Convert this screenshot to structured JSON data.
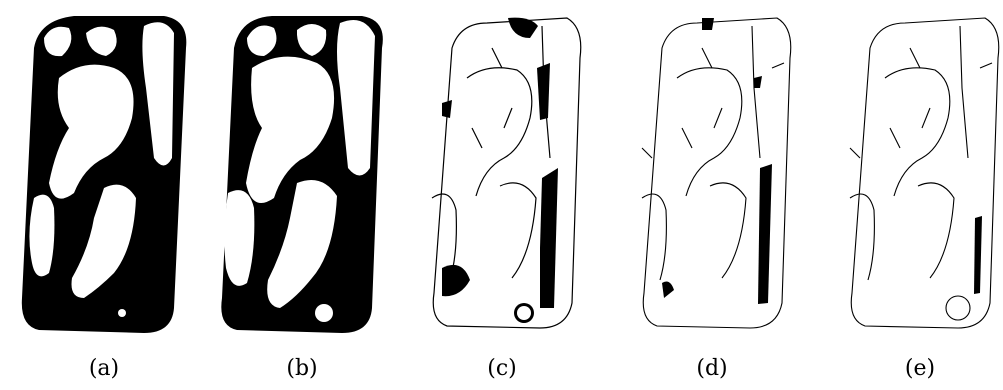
{
  "figure": {
    "panels": [
      {
        "caption": "(a)",
        "stage": 0
      },
      {
        "caption": "(b)",
        "stage": 1
      },
      {
        "caption": "(c)",
        "stage": 2
      },
      {
        "caption": "(d)",
        "stage": 3
      },
      {
        "caption": "(e)",
        "stage": 4
      }
    ],
    "colors": {
      "foreground": "#000000",
      "background": "#ffffff"
    }
  }
}
